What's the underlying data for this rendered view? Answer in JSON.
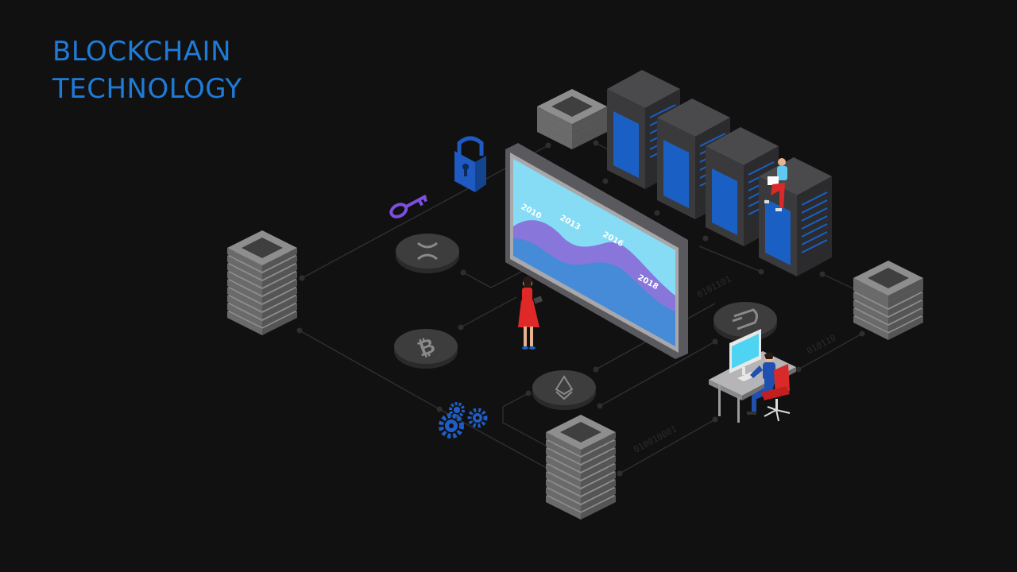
{
  "title": {
    "line1": "BLOCKCHAIN",
    "line2": "TECHNOLOGY"
  },
  "screen_years": [
    "2010",
    "2013",
    "2016",
    "2018"
  ],
  "binary_labels": [
    "0101101",
    "010110",
    "010010001"
  ],
  "colors": {
    "background": "#111111",
    "title": "#1f7bd8",
    "server_blue": "#1a5fc4",
    "server_body": "#3c3c3f",
    "block_gray": "#8a8a8a",
    "coin": "#3d3d3d",
    "screen_bg": "#86dcf5",
    "wave_purple": "#8a6ad8",
    "wave_blue": "#3a8fd6",
    "gear": "#1f5ec8",
    "key": "#7c4fe0",
    "lock": "#1e5ac2",
    "dress": "#e02828"
  },
  "icons": [
    "padlock-icon",
    "key-icon",
    "gears-icon",
    "ripple-coin-icon",
    "bitcoin-coin-icon",
    "ethereum-coin-icon",
    "dash-coin-icon"
  ]
}
